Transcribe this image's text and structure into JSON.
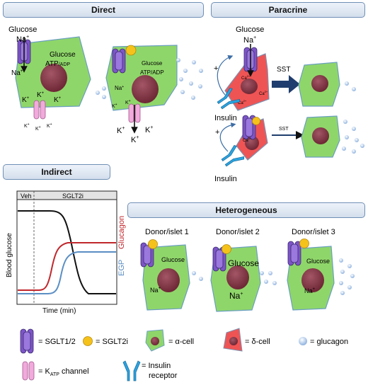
{
  "panels": {
    "direct": "Direct",
    "paracrine": "Paracrine",
    "indirect": "Indirect",
    "heterogeneous": "Heterogeneous"
  },
  "direct": {
    "glucose": "Glucose",
    "na": "Na",
    "plus": "+",
    "cell_glucose": "Glucose",
    "atp": "ATP",
    "adp": "ADP",
    "k": "K"
  },
  "paracrine": {
    "glucose": "Glucose",
    "na": "Na",
    "ca": "Ca",
    "plus": "+",
    "two_plus": "2+",
    "sst": "SST",
    "insulin": "Insulin"
  },
  "indirect": {
    "veh": "Veh",
    "sglt2i": "SGLT2i",
    "ylabel": "Blood glucose",
    "xlabel": "Time (min)",
    "glucagon": "Glucagon",
    "egp": "EGP",
    "colors": {
      "blood_glucose": "#111111",
      "glucagon": "#c0282d",
      "egp": "#5b8fc4"
    }
  },
  "heterogeneous": {
    "donors": [
      "Donor/islet 1",
      "Donor/islet 2",
      "Donor/islet 3"
    ],
    "glucose": "Glucose",
    "na": "Na"
  },
  "legend": {
    "sglt12": "= SGLT1/2",
    "sglt2i": "= SGLT2i",
    "alpha": "= α-cell",
    "delta": "= δ-cell",
    "glucagon": "= glucagon",
    "katp_prefix": "= K",
    "katp_sub": "ATP",
    "katp_suffix": " channel",
    "insulin_receptor_1": "= Insulin",
    "insulin_receptor_2": "receptor"
  },
  "colors": {
    "alpha_cell": "#8fd66a",
    "delta_cell": "#ef5454",
    "nucleus": "#7a2f3d",
    "sglt": "#7d55c7",
    "sglt2i": "#f5c21b",
    "katp": "#f2a9dc",
    "insulin_receptor": "#2aa3e0",
    "glucagon_dot": "#b8d0f0",
    "arrow": "#1f3d6e"
  }
}
